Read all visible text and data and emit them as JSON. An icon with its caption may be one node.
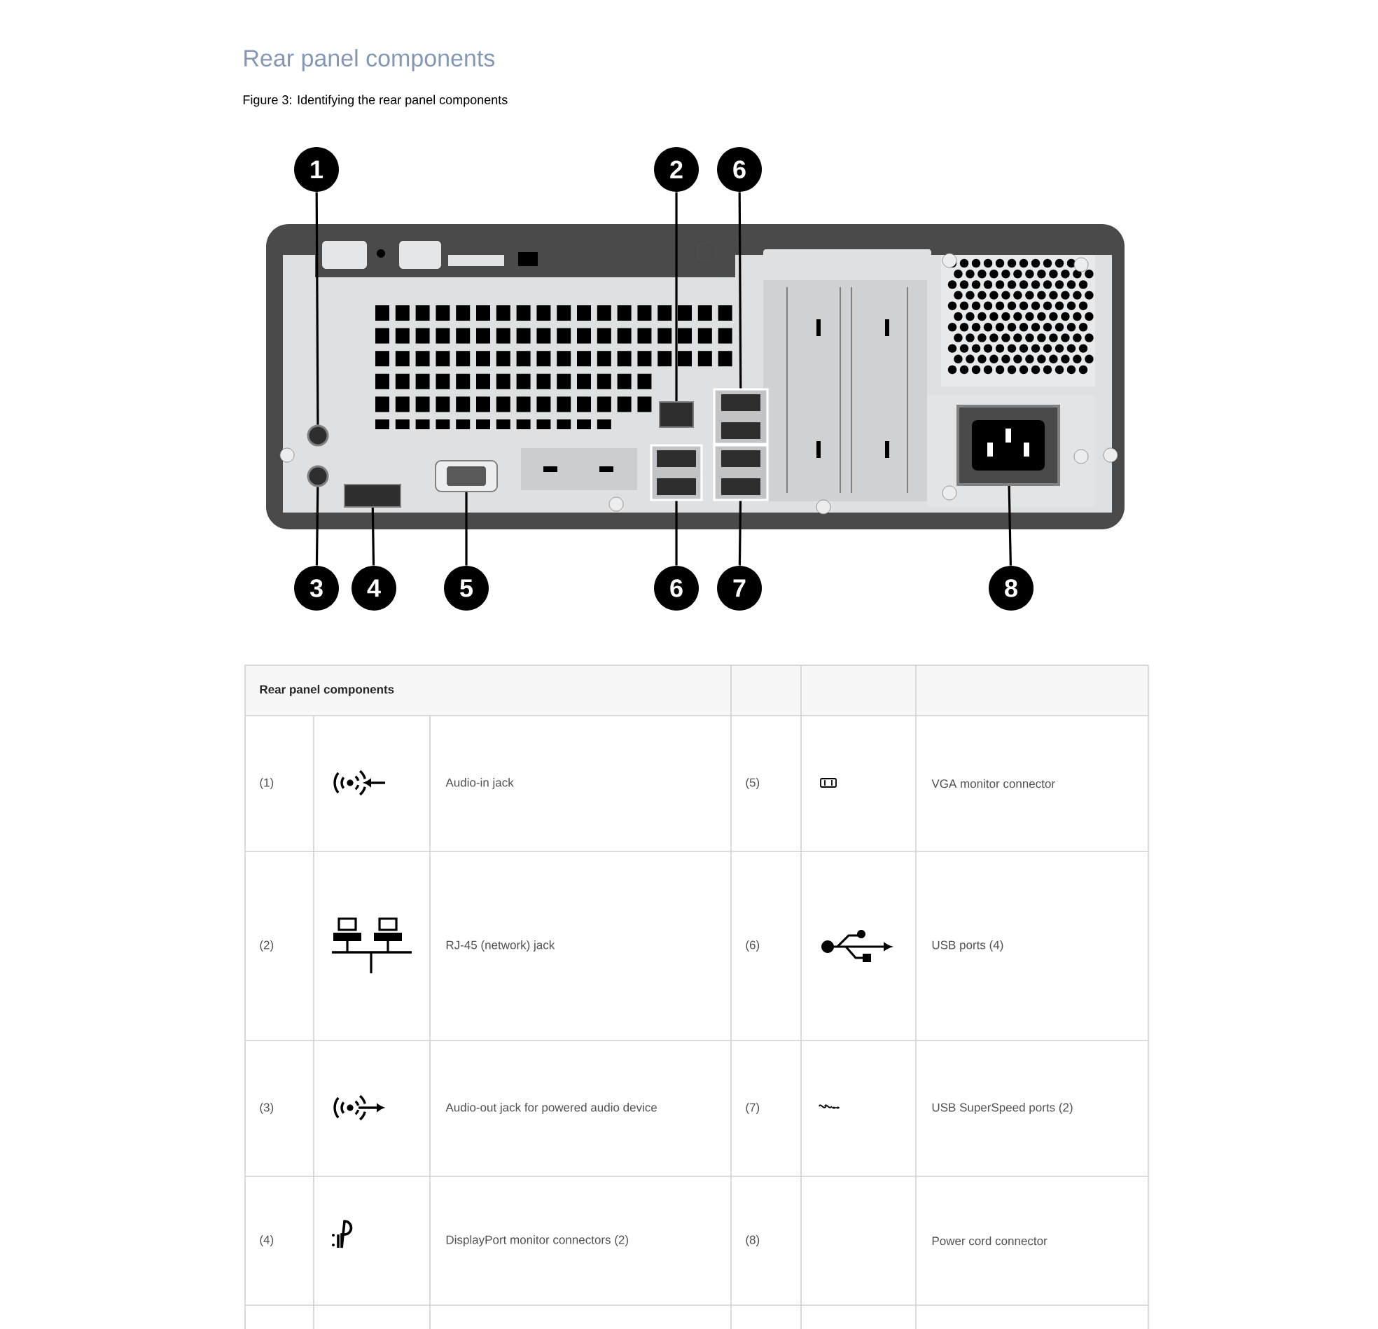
{
  "diagram": {
    "title": "Rear panel components",
    "caption": "Figure 3: Identifying the rear panel components",
    "nodes": [
      {
        "text": [
          "1"
        ]
      },
      {
        "text": [
          "2"
        ]
      },
      {
        "text": [
          "6"
        ]
      },
      {
        "text": [
          "3"
        ]
      },
      {
        "text": [
          "4"
        ]
      },
      {
        "text": [
          "5"
        ]
      },
      {
        "text": [
          "6"
        ]
      },
      {
        "text": [
          "7"
        ]
      },
      {
        "text": [
          "8"
        ]
      },
      {
        "text": [],
        "shape": "circle"
      },
      {
        "text": [],
        "shape": "box"
      },
      {
        "text": [],
        "shape": "box"
      },
      {
        "text": [],
        "shape": "circle"
      },
      {
        "text": [],
        "shape": "box"
      },
      {
        "text": [],
        "shape": "box"
      },
      {
        "text": [],
        "shape": "box"
      },
      {
        "text": [],
        "shape": "box"
      },
      {
        "text": [],
        "shape": "box"
      }
    ],
    "edges": [
      {
        "from": 0,
        "to": 9,
        "arrow": "none"
      },
      {
        "from": 1,
        "to": 10,
        "arrow": "none"
      },
      {
        "from": 2,
        "to": 11,
        "arrow": "none"
      },
      {
        "from": 3,
        "to": 12,
        "arrow": "none"
      },
      {
        "from": 4,
        "to": 13,
        "arrow": "none"
      },
      {
        "from": 5,
        "to": 14,
        "arrow": "none"
      },
      {
        "from": 6,
        "to": 15,
        "arrow": "none"
      },
      {
        "from": 7,
        "to": 16,
        "arrow": "none"
      },
      {
        "from": 8,
        "to": 17,
        "arrow": "none"
      }
    ],
    "labels": [
      "Rear panel components",
      "(1)",
      "Audio-in jack",
      "(5)",
      "VGA monitor connector",
      "(2)",
      "RJ-45 (network) jack",
      "(6)",
      "USB ports (4)",
      "(3)",
      "Audio-out jack for powered audio device",
      "(7)",
      "USB SuperSpeed ports (2)",
      "(4)",
      "DisplayPort monitor connectors (2)",
      "(8)",
      "Power cord connector"
    ]
  }
}
